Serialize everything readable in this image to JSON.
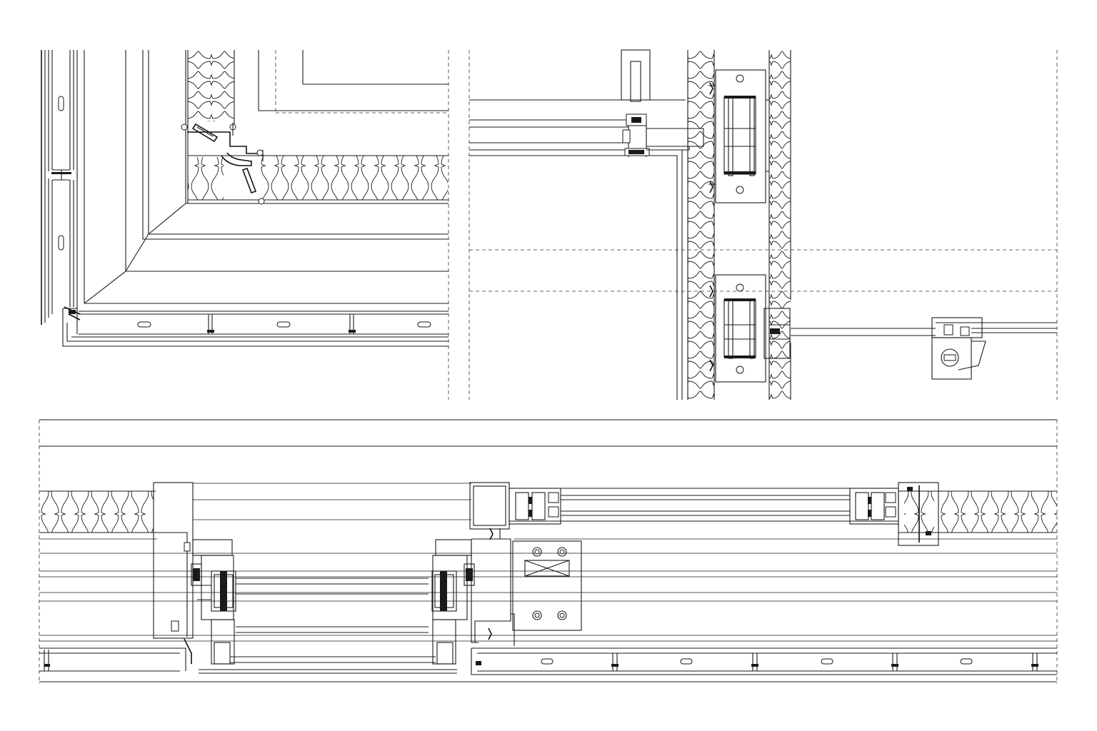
{
  "sheet": {
    "background": "#ffffff",
    "line_color": "#1a1a1a"
  },
  "details": [
    {
      "id": "detail-corner-section",
      "caption": ""
    },
    {
      "id": "detail-wall-junction-section",
      "caption": ""
    },
    {
      "id": "detail-horizontal-window-section",
      "caption": ""
    }
  ]
}
